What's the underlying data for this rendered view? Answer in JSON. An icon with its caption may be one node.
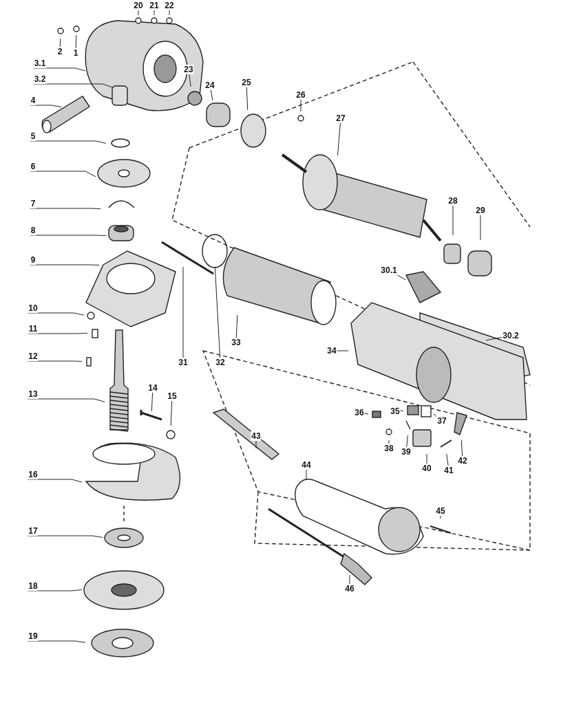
{
  "diagram": {
    "nodes": [
      {
        "text": [
          "1"
        ]
      },
      {
        "text": [
          "2"
        ]
      },
      {
        "text": [
          "3.1"
        ]
      },
      {
        "text": [
          "3.2"
        ]
      },
      {
        "text": [
          "4"
        ]
      },
      {
        "text": [
          "5"
        ]
      },
      {
        "text": [
          "6"
        ]
      },
      {
        "text": [
          "7"
        ]
      },
      {
        "text": [
          "8"
        ]
      },
      {
        "text": [
          "9"
        ]
      },
      {
        "text": [
          "10"
        ]
      },
      {
        "text": [
          "11"
        ]
      },
      {
        "text": [
          "12"
        ]
      },
      {
        "text": [
          "13"
        ]
      },
      {
        "text": [
          "14"
        ]
      },
      {
        "text": [
          "15"
        ]
      },
      {
        "text": [
          "16"
        ]
      },
      {
        "text": [
          "17"
        ]
      },
      {
        "text": [
          "18"
        ]
      },
      {
        "text": [
          "19"
        ]
      },
      {
        "text": [
          "20"
        ]
      },
      {
        "text": [
          "21"
        ]
      },
      {
        "text": [
          "22"
        ]
      },
      {
        "text": [
          "23"
        ]
      },
      {
        "text": [
          "24"
        ]
      },
      {
        "text": [
          "25"
        ]
      },
      {
        "text": [
          "26"
        ]
      },
      {
        "text": [
          "27"
        ]
      },
      {
        "text": [
          "28"
        ]
      },
      {
        "text": [
          "29"
        ]
      },
      {
        "text": [
          "30.1"
        ]
      },
      {
        "text": [
          "30.2"
        ]
      },
      {
        "text": [
          "31"
        ]
      },
      {
        "text": [
          "32"
        ]
      },
      {
        "text": [
          "33"
        ]
      },
      {
        "text": [
          "34"
        ]
      },
      {
        "text": [
          "35"
        ]
      },
      {
        "text": [
          "36"
        ]
      },
      {
        "text": [
          "37"
        ]
      },
      {
        "text": [
          "38"
        ]
      },
      {
        "text": [
          "39"
        ]
      },
      {
        "text": [
          "40"
        ]
      },
      {
        "text": [
          "41"
        ]
      },
      {
        "text": [
          "42"
        ]
      },
      {
        "text": [
          "43"
        ]
      },
      {
        "text": [
          "44"
        ]
      },
      {
        "text": [
          "45"
        ]
      },
      {
        "text": [
          "46"
        ]
      }
    ],
    "edges": [
      {
        "from": 0,
        "to": null,
        "arrow": "none"
      },
      {
        "from": 1,
        "to": null,
        "arrow": "none"
      },
      {
        "from": 2,
        "to": null,
        "arrow": "none"
      },
      {
        "from": 3,
        "to": null,
        "arrow": "none"
      },
      {
        "from": 4,
        "to": null,
        "arrow": "none"
      },
      {
        "from": 5,
        "to": null,
        "arrow": "none"
      },
      {
        "from": 6,
        "to": null,
        "arrow": "none"
      },
      {
        "from": 7,
        "to": null,
        "arrow": "none"
      },
      {
        "from": 8,
        "to": null,
        "arrow": "none"
      },
      {
        "from": 9,
        "to": null,
        "arrow": "none"
      },
      {
        "from": 10,
        "to": null,
        "arrow": "none"
      },
      {
        "from": 11,
        "to": null,
        "arrow": "none"
      },
      {
        "from": 12,
        "to": null,
        "arrow": "none"
      },
      {
        "from": 13,
        "to": null,
        "arrow": "none"
      },
      {
        "from": 14,
        "to": null,
        "arrow": "none"
      },
      {
        "from": 15,
        "to": null,
        "arrow": "none"
      },
      {
        "from": 16,
        "to": null,
        "arrow": "none"
      },
      {
        "from": 17,
        "to": null,
        "arrow": "none"
      },
      {
        "from": 18,
        "to": null,
        "arrow": "none"
      },
      {
        "from": 19,
        "to": null,
        "arrow": "none"
      },
      {
        "from": 20,
        "to": null,
        "arrow": "none"
      },
      {
        "from": 21,
        "to": null,
        "arrow": "none"
      },
      {
        "from": 22,
        "to": null,
        "arrow": "none"
      },
      {
        "from": 23,
        "to": null,
        "arrow": "none"
      },
      {
        "from": 24,
        "to": null,
        "arrow": "none"
      },
      {
        "from": 25,
        "to": null,
        "arrow": "none"
      },
      {
        "from": 26,
        "to": null,
        "arrow": "none"
      },
      {
        "from": 27,
        "to": null,
        "arrow": "none"
      },
      {
        "from": 28,
        "to": null,
        "arrow": "none"
      },
      {
        "from": 29,
        "to": null,
        "arrow": "none"
      },
      {
        "from": 30,
        "to": null,
        "arrow": "none"
      },
      {
        "from": 31,
        "to": null,
        "arrow": "none"
      },
      {
        "from": 32,
        "to": null,
        "arrow": "none"
      },
      {
        "from": 33,
        "to": null,
        "arrow": "none"
      },
      {
        "from": 34,
        "to": null,
        "arrow": "none"
      },
      {
        "from": 35,
        "to": null,
        "arrow": "none"
      },
      {
        "from": 36,
        "to": null,
        "arrow": "none"
      },
      {
        "from": 37,
        "to": null,
        "arrow": "none"
      },
      {
        "from": 38,
        "to": null,
        "arrow": "none"
      },
      {
        "from": 39,
        "to": null,
        "arrow": "none"
      },
      {
        "from": 40,
        "to": null,
        "arrow": "none"
      },
      {
        "from": 41,
        "to": null,
        "arrow": "none"
      },
      {
        "from": 42,
        "to": null,
        "arrow": "none"
      },
      {
        "from": 43,
        "to": null,
        "arrow": "none"
      },
      {
        "from": 44,
        "to": null,
        "arrow": "none"
      },
      {
        "from": 45,
        "to": null,
        "arrow": "none"
      },
      {
        "from": 46,
        "to": null,
        "arrow": "none"
      },
      {
        "from": 47,
        "to": null,
        "arrow": "none"
      }
    ]
  }
}
